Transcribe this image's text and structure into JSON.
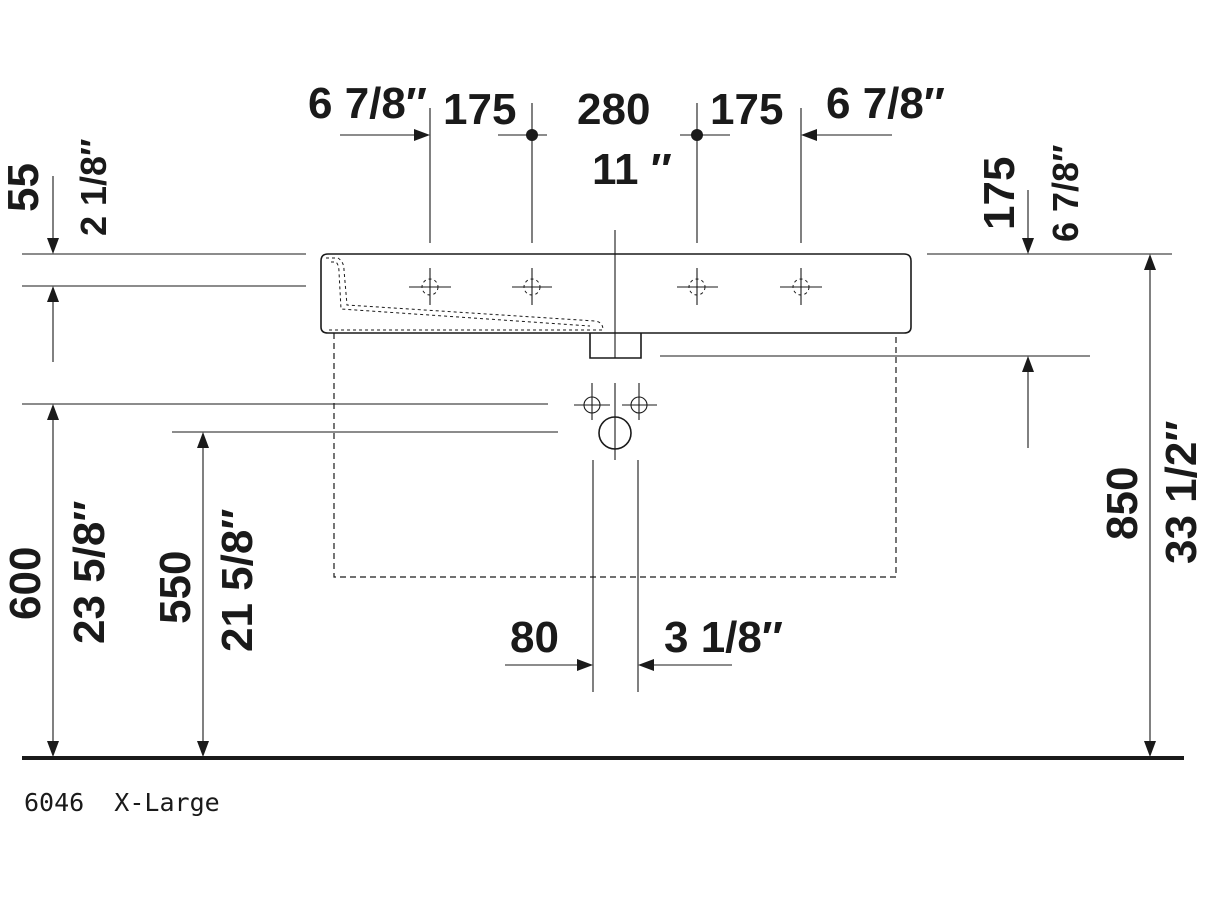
{
  "drawing": {
    "top_dims": {
      "left_inch": "6 7/8″",
      "left_mm": "175",
      "center_mm": "280",
      "center_inch": "11 ″",
      "right_mm": "175",
      "right_inch": "6 7/8″"
    },
    "left_top": {
      "mm": "55",
      "inch": "2 1/8″"
    },
    "right_top": {
      "mm": "175",
      "inch": "6 7/8″"
    },
    "height_850": {
      "mm": "850",
      "inch": "33 1/2″"
    },
    "height_600": {
      "mm": "600",
      "inch": "23 5/8″"
    },
    "height_550": {
      "mm": "550",
      "inch": "21 5/8″"
    },
    "bottom_dims": {
      "mm": "80",
      "inch": "3 1/8″"
    },
    "caption": "6046  X-Large"
  }
}
